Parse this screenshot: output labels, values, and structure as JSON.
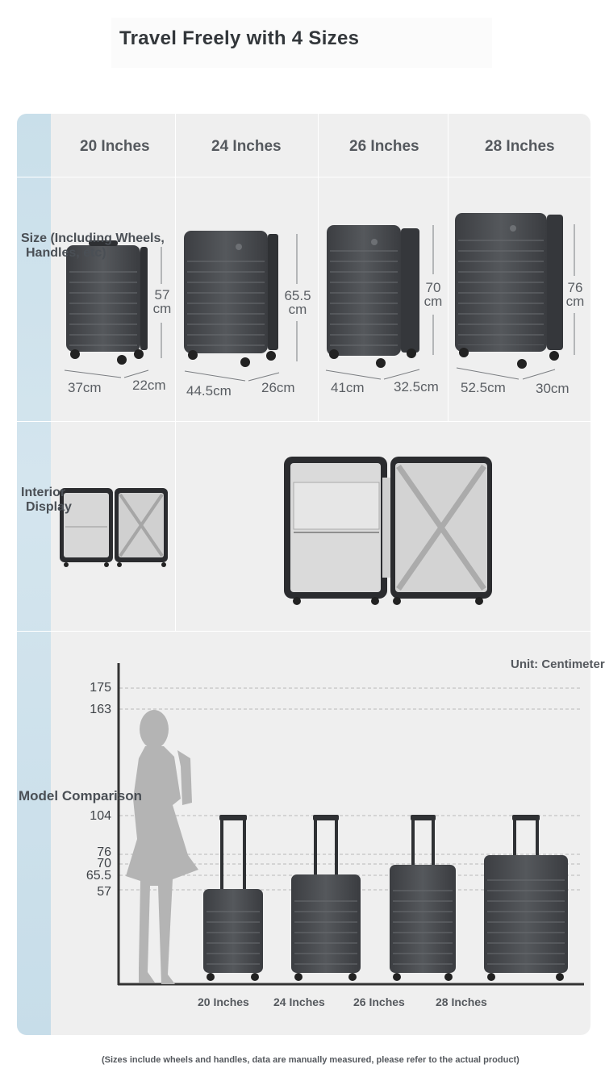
{
  "title": "Travel Freely with 4 Sizes",
  "columns": [
    "20 Inches",
    "24 Inches",
    "26 Inches",
    "28 Inches"
  ],
  "rows": {
    "size_label_line1": "Size (Including Wheels,",
    "size_label_line2": "Handles, etc)",
    "interior_label_line1": "Interior",
    "interior_label_line2": "Display",
    "model_label": "Model Comparison"
  },
  "sizes": [
    {
      "height": "57",
      "unit": "cm",
      "width": "37cm",
      "depth": "22cm"
    },
    {
      "height": "65.5",
      "unit": "cm",
      "width": "44.5cm",
      "depth": "26cm"
    },
    {
      "height": "70",
      "unit": "cm",
      "width": "41cm",
      "depth": "32.5cm"
    },
    {
      "height": "76",
      "unit": "cm",
      "width": "52.5cm",
      "depth": "30cm"
    }
  ],
  "comparison": {
    "unit_label": "Unit: Centimeters",
    "ticks": [
      "175",
      "163",
      "104",
      "76",
      "70",
      "65.5",
      "57"
    ],
    "x_labels": [
      "20 Inches",
      "24 Inches",
      "26 Inches",
      "28 Inches"
    ]
  },
  "footnote": "(Sizes include wheels and handles, data are manually measured, please refer to the actual product)",
  "colors": {
    "card": "#efefef",
    "stripe": "#c9dfea",
    "suitcase": "#4a4c50",
    "silhouette": "#b4b4b4"
  }
}
